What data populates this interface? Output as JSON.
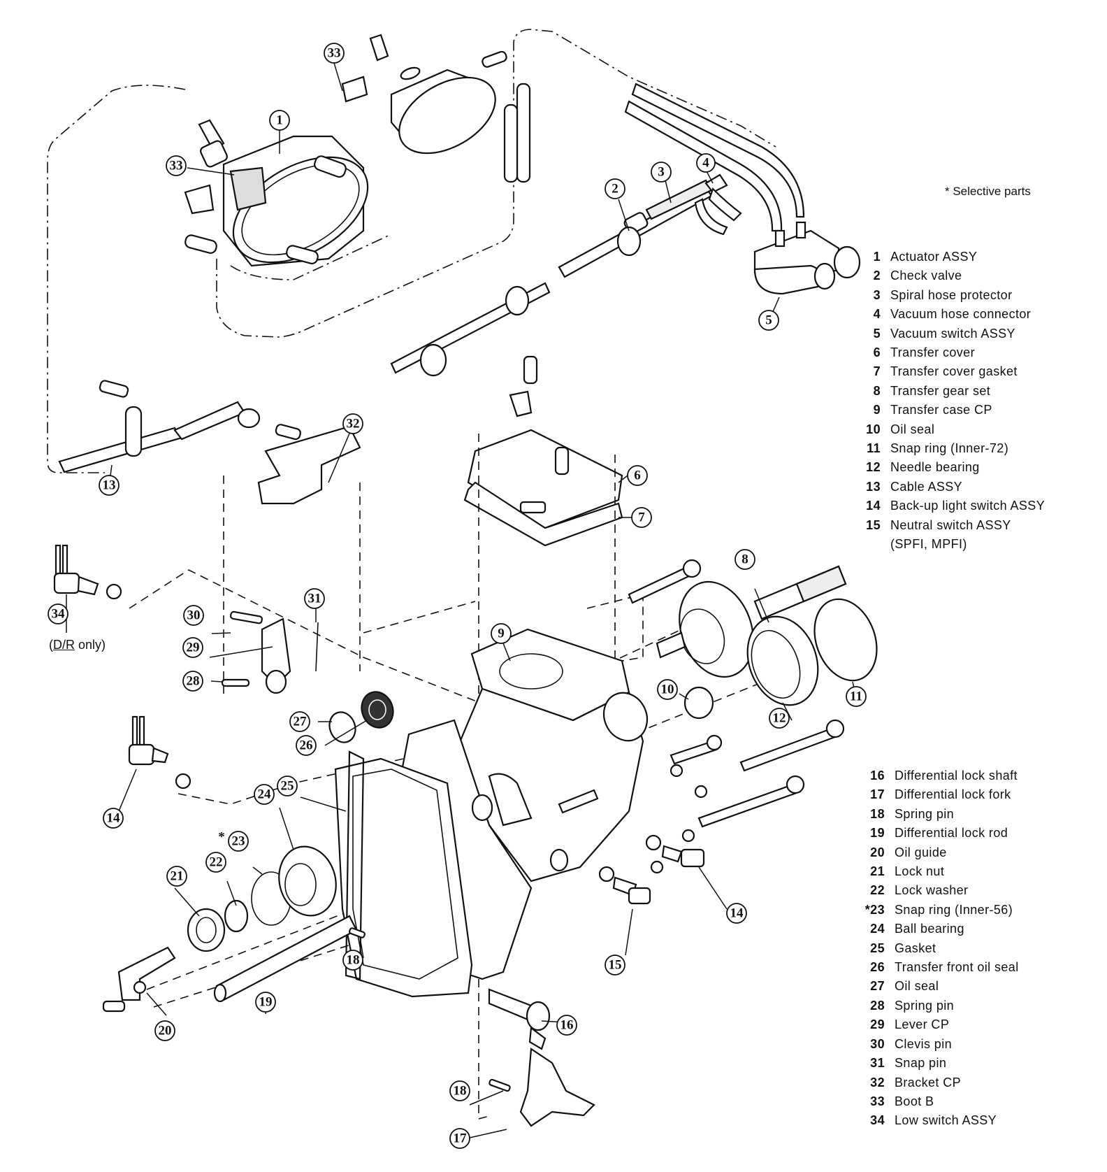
{
  "note": "* Selective parts",
  "dr_note": {
    "underlined": "D/R",
    "rest": " only)",
    "open": "("
  },
  "callouts": {
    "c1": "1",
    "c2": "2",
    "c3": "3",
    "c4": "4",
    "c5": "5",
    "c6": "6",
    "c7": "7",
    "c8": "8",
    "c9": "9",
    "c10": "10",
    "c11": "11",
    "c12": "12",
    "c13": "13",
    "c14a": "14",
    "c14b": "14",
    "c15": "15",
    "c16": "16",
    "c17": "17",
    "c18a": "18",
    "c18b": "18",
    "c19": "19",
    "c20": "20",
    "c21": "21",
    "c22": "22",
    "c23": "23",
    "c23star": "*",
    "c24": "24",
    "c25": "25",
    "c26": "26",
    "c27": "27",
    "c28": "28",
    "c29": "29",
    "c30": "30",
    "c31": "31",
    "c32": "32",
    "c33a": "33",
    "c33b": "33",
    "c34": "34"
  },
  "legend_top": [
    {
      "num": "1",
      "label": "Actuator ASSY"
    },
    {
      "num": "2",
      "label": "Check valve"
    },
    {
      "num": "3",
      "label": "Spiral hose protector"
    },
    {
      "num": "4",
      "label": "Vacuum hose connector"
    },
    {
      "num": "5",
      "label": "Vacuum switch ASSY"
    },
    {
      "num": "6",
      "label": "Transfer cover"
    },
    {
      "num": "7",
      "label": "Transfer cover gasket"
    },
    {
      "num": "8",
      "label": "Transfer gear set"
    },
    {
      "num": "9",
      "label": "Transfer case CP"
    },
    {
      "num": "10",
      "label": "Oil seal"
    },
    {
      "num": "11",
      "label": "Snap ring (Inner-72)"
    },
    {
      "num": "12",
      "label": "Needle bearing"
    },
    {
      "num": "13",
      "label": "Cable ASSY"
    },
    {
      "num": "14",
      "label": "Back-up light switch ASSY"
    },
    {
      "num": "15",
      "label": "Neutral switch ASSY"
    },
    {
      "num": "",
      "label": "(SPFI, MPFI)"
    }
  ],
  "legend_bottom": [
    {
      "num": "16",
      "label": "Differential lock shaft"
    },
    {
      "num": "17",
      "label": "Differential lock fork"
    },
    {
      "num": "18",
      "label": "Spring pin"
    },
    {
      "num": "19",
      "label": "Differential lock rod"
    },
    {
      "num": "20",
      "label": "Oil guide"
    },
    {
      "num": "21",
      "label": "Lock nut"
    },
    {
      "num": "22",
      "label": "Lock washer"
    },
    {
      "num": "*23",
      "label": "Snap ring (Inner-56)"
    },
    {
      "num": "24",
      "label": "Ball bearing"
    },
    {
      "num": "25",
      "label": "Gasket"
    },
    {
      "num": "26",
      "label": "Transfer front oil seal"
    },
    {
      "num": "27",
      "label": "Oil seal"
    },
    {
      "num": "28",
      "label": "Spring pin"
    },
    {
      "num": "29",
      "label": "Lever CP"
    },
    {
      "num": "30",
      "label": "Clevis pin"
    },
    {
      "num": "31",
      "label": "Snap pin"
    },
    {
      "num": "32",
      "label": "Bracket CP"
    },
    {
      "num": "33",
      "label": "Boot B"
    },
    {
      "num": "34",
      "label": "Low switch ASSY"
    }
  ]
}
